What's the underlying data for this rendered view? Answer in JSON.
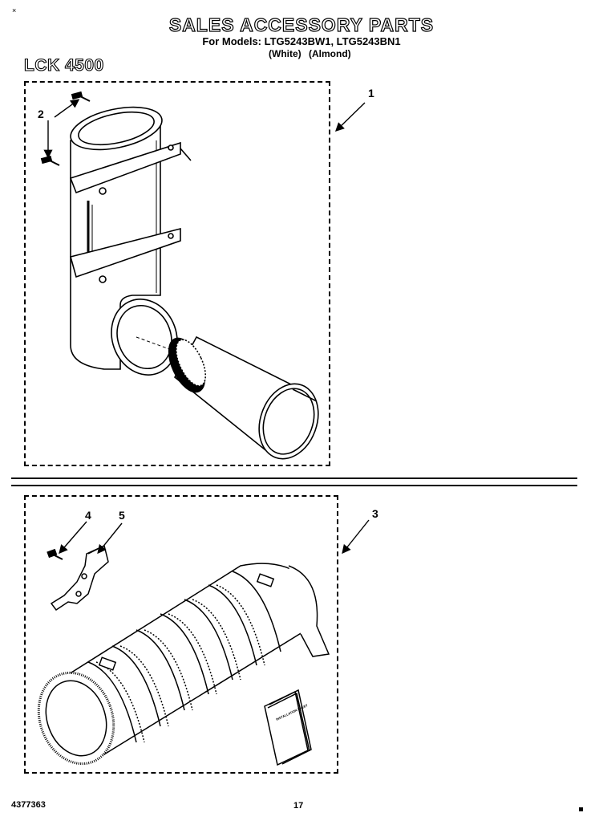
{
  "header": {
    "title": "SALES ACCESSORY PARTS",
    "models": "For Models: LTG5243BW1, LTG5243BN1",
    "colors": "(White)   (Almond)",
    "kit_number": "LCK 4500"
  },
  "callouts": {
    "c1": "1",
    "c2": "2",
    "c3": "3",
    "c4": "4",
    "c5": "5"
  },
  "instruction_sheet_label": "INSTALLATION SHEET",
  "footer": {
    "doc_number": "4377363",
    "page": "17"
  }
}
